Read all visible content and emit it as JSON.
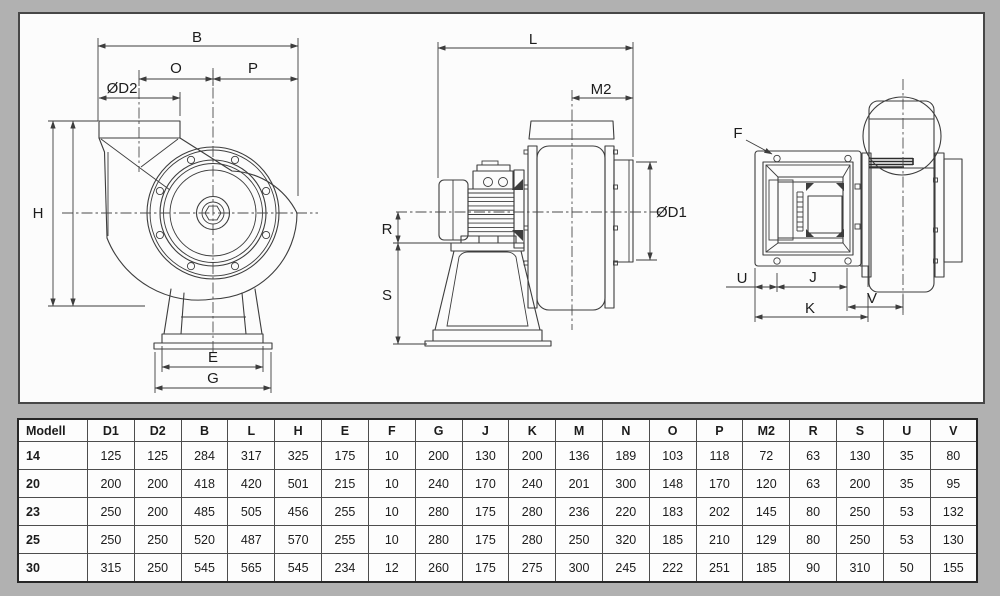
{
  "colors": {
    "background": "#b1b1b1",
    "paper": "#fcfcfc",
    "line": "#3d3d3d",
    "table_border": "#2e2e2e",
    "text": "#1c1c1c"
  },
  "drawing": {
    "labels": {
      "B": "B",
      "O": "O",
      "P": "P",
      "D2": "ØD2",
      "H": "H",
      "E": "E",
      "G": "G",
      "L": "L",
      "M2": "M2",
      "D1": "ØD1",
      "R": "R",
      "S": "S",
      "F": "F",
      "U": "U",
      "J": "J",
      "K": "K",
      "V": "V"
    }
  },
  "table": {
    "header": [
      "Modell",
      "D1",
      "D2",
      "B",
      "L",
      "H",
      "E",
      "F",
      "G",
      "J",
      "K",
      "M",
      "N",
      "O",
      "P",
      "M2",
      "R",
      "S",
      "U",
      "V"
    ],
    "rows": [
      [
        "14",
        "125",
        "125",
        "284",
        "317",
        "325",
        "175",
        "10",
        "200",
        "130",
        "200",
        "136",
        "189",
        "103",
        "118",
        "72",
        "63",
        "130",
        "35",
        "80"
      ],
      [
        "20",
        "200",
        "200",
        "418",
        "420",
        "501",
        "215",
        "10",
        "240",
        "170",
        "240",
        "201",
        "300",
        "148",
        "170",
        "120",
        "63",
        "200",
        "35",
        "95"
      ],
      [
        "23",
        "250",
        "200",
        "485",
        "505",
        "456",
        "255",
        "10",
        "280",
        "175",
        "280",
        "236",
        "220",
        "183",
        "202",
        "145",
        "80",
        "250",
        "53",
        "132"
      ],
      [
        "25",
        "250",
        "250",
        "520",
        "487",
        "570",
        "255",
        "10",
        "280",
        "175",
        "280",
        "250",
        "320",
        "185",
        "210",
        "129",
        "80",
        "250",
        "53",
        "130"
      ],
      [
        "30",
        "315",
        "250",
        "545",
        "565",
        "545",
        "234",
        "12",
        "260",
        "175",
        "275",
        "300",
        "245",
        "222",
        "251",
        "185",
        "90",
        "310",
        "50",
        "155"
      ]
    ]
  }
}
